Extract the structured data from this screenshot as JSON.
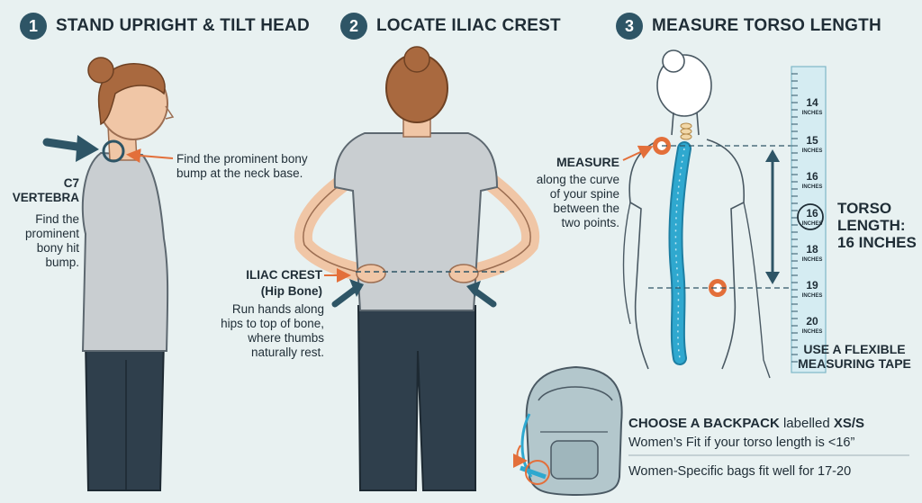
{
  "steps": [
    {
      "number": "1",
      "title": "STAND UPRIGHT & TILT HEAD"
    },
    {
      "number": "2",
      "title": "LOCATE ILIAC CREST"
    },
    {
      "number": "3",
      "title": "MEASURE TORSO LENGTH"
    }
  ],
  "panel1": {
    "callout_text": "Find the prominent bony bump at the neck base.",
    "label_title": "C7 VERTEBRA",
    "label_desc": "Find the prominent bony hit bump."
  },
  "panel2": {
    "label_title": "ILIAC CREST",
    "label_subtitle": "(Hip Bone)",
    "label_desc": "Run hands along hips to top of bone, where thumbs naturally rest."
  },
  "panel3": {
    "measure_title": "MEASURE",
    "measure_desc": "along the curve of your spine between the two points.",
    "torso_label": "TORSO LENGTH:",
    "torso_value": "16 INCHES",
    "tape_note": "USE A FLEXIBLE MEASURING TAPE",
    "tape_marks": [
      "14",
      "15",
      "16",
      "16",
      "18",
      "19",
      "20"
    ],
    "tape_unit": "INCHES"
  },
  "backpack": {
    "heading_bold": "CHOOSE A BACKPACK",
    "heading_plain": "labelled",
    "heading_size": "XS/S",
    "line1": "Women’s Fit if your torso length is <16”",
    "line2": "Women-Specific bags fit well for 17-20"
  },
  "colors": {
    "background": "#e8f1f1",
    "accent_dark": "#2e5566",
    "accent_orange": "#e36f3a",
    "spine_blue": "#2fa8cf",
    "shirt_gray": "#c9ced1",
    "pants_navy": "#2f3f4c",
    "skin": "#f0c6a6"
  }
}
